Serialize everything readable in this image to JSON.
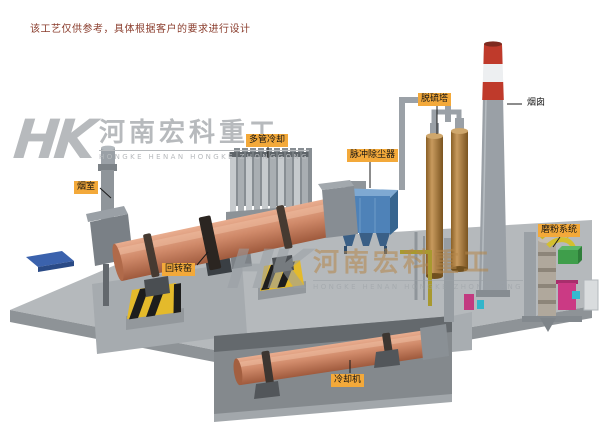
{
  "disclaimer": "该工艺仅供参考，具体根据客户的要求进行设计",
  "watermark": {
    "hk": "HK",
    "company_cn": "河南宏科重工",
    "company_en": "HONGKE HENAN HONGKE ZHONGGONG"
  },
  "labels": {
    "smoke_chamber": "烟室",
    "rotary_kiln": "回转窑",
    "multi_tube_cooler": "多管冷却",
    "pulse_dust_collector": "脉冲除尘器",
    "desulfurization_tower": "脱硫塔",
    "chimney": "烟囱",
    "grinding_system": "磨粉系统",
    "cooling_machine": "冷却机"
  },
  "colors": {
    "label_bg": "#f3a93a",
    "kiln_body": "#cf8465",
    "dust_collector_blue": "#4e82b8",
    "tower_orange": "#ad7d42",
    "chimney_stripe_red": "#bf3a2b",
    "platform_gray": "#b5b9bc",
    "support_yellow": "#e4ba2b",
    "pipe_yellow": "#d4bf2e",
    "accent_green": "#3f9e4b",
    "accent_magenta": "#cb3a84",
    "accent_cyan": "#35b9cf",
    "watermark_gray": "#b7babd",
    "watermark_tan": "#b5874a",
    "disclaimer_text": "#8a3c2c"
  }
}
